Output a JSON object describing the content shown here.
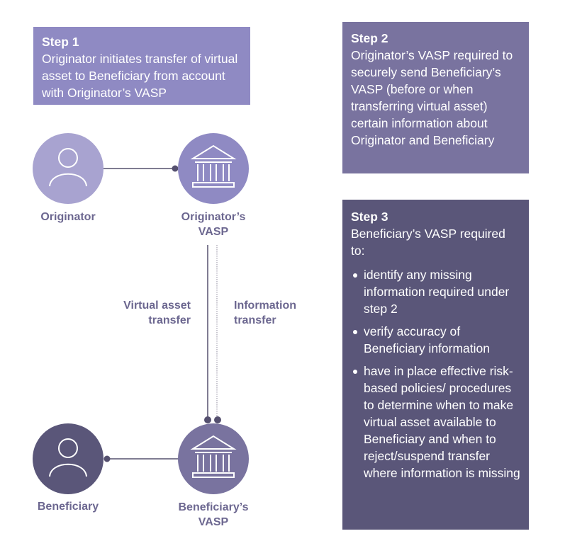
{
  "steps": [
    {
      "title": "Step 1",
      "text": "Originator initiates transfer of virtual asset to Beneficiary from account with Originator’s VASP"
    },
    {
      "title": "Step 2",
      "text": "Originator’s VASP required to securely send Beneficiary’s VASP (before or when transferring virtual asset) certain information about Originator and Beneficiary"
    },
    {
      "title": "Step 3",
      "text": "Beneficiary’s VASP required to:",
      "bullets": [
        "identify any missing information required under step 2",
        "verify accuracy of Beneficiary information",
        "have in place effective risk-based policies/ procedures to determine when to make virtual asset available to Beneficiary and when to reject/suspend transfer where information is missing"
      ]
    }
  ],
  "nodes": {
    "originator": {
      "label": "Originator",
      "icon": "person-icon"
    },
    "originator_vasp": {
      "label": "Originator’s VASP",
      "icon": "bank-icon"
    },
    "beneficiary": {
      "label": "Beneficiary",
      "icon": "person-icon"
    },
    "beneficiary_vasp": {
      "label": "Beneficiary’s VASP",
      "icon": "bank-icon"
    }
  },
  "flows": {
    "virtual_asset": "Virtual asset transfer",
    "information": "Information transfer"
  },
  "colors": {
    "step1": "#8f8ac3",
    "step2": "#79739f",
    "step3": "#5a5679",
    "originator": "#a8a3d0",
    "originator_vasp": "#8f8ac3",
    "beneficiary": "#5a5679",
    "beneficiary_vasp": "#79739f",
    "connector": "#55506f",
    "label": "#6c6790"
  }
}
